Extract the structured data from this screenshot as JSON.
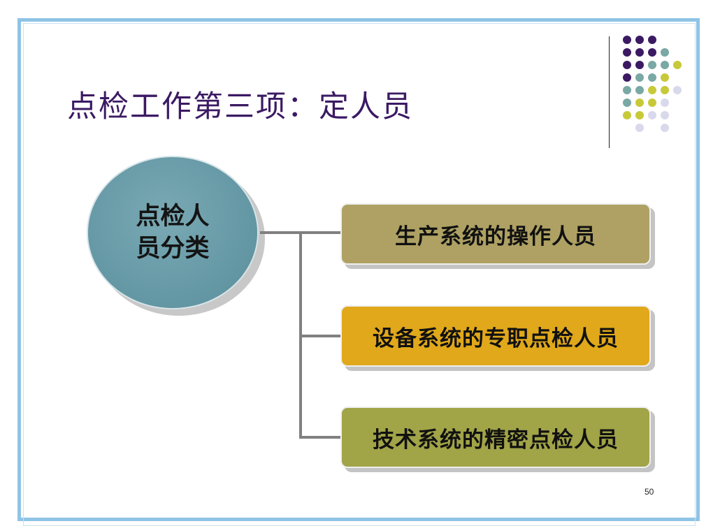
{
  "slide": {
    "title": "点检工作第三项：定人员",
    "center_node": "点检人员分类",
    "branches": [
      {
        "label": "生产系统的操作人员",
        "color": "#aea163"
      },
      {
        "label": "设备系统的专职点检人员",
        "color": "#e0a81a"
      },
      {
        "label": "技术系统的精密点检人员",
        "color": "#a1a447"
      }
    ],
    "page_number": "50"
  },
  "colors": {
    "title": "#3b1a63",
    "center_node": "#6699a6",
    "frame": "#8fc4e6",
    "dot_palette": [
      "#3b1a63",
      "#7aa8a4",
      "#c7c93a",
      "#d9d9ec"
    ]
  }
}
